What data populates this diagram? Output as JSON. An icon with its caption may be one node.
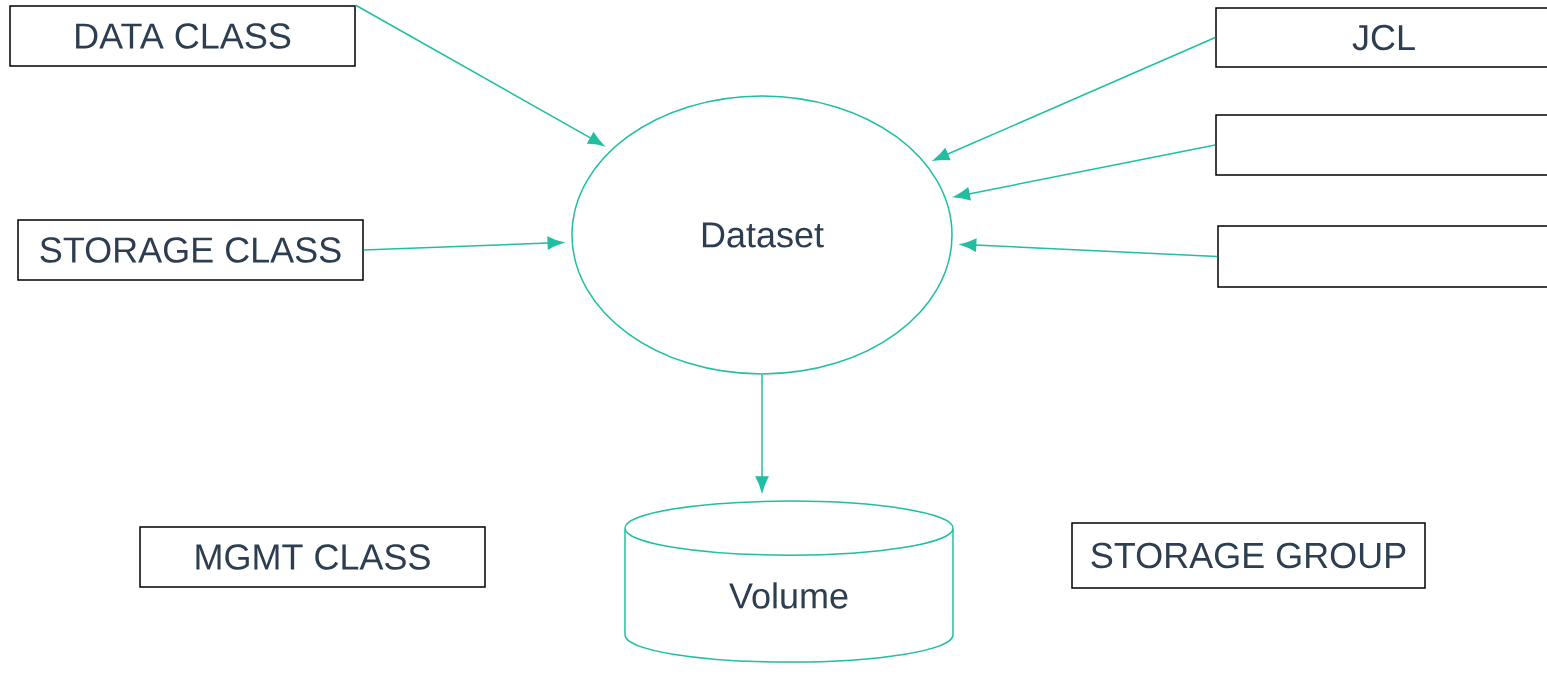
{
  "diagram": {
    "nodes": [
      {
        "text": [
          "DATA CLASS"
        ]
      },
      {
        "text": [
          "JCL"
        ]
      },
      {
        "text": [],
        "shape": "box"
      },
      {
        "text": [
          "STORAGE CLASS"
        ]
      },
      {
        "text": [
          "Dataset"
        ]
      },
      {
        "text": [],
        "shape": "box"
      },
      {
        "text": [
          "MGMT CLASS"
        ]
      },
      {
        "text": [
          "Volume"
        ]
      },
      {
        "text": [
          "STORAGE GROUP"
        ]
      }
    ],
    "edges": [
      {
        "from": 0,
        "to": 4,
        "arrow": "to"
      },
      {
        "from": 1,
        "to": 4,
        "arrow": "to"
      },
      {
        "from": 2,
        "to": 4,
        "arrow": "to"
      },
      {
        "from": 3,
        "to": 4,
        "arrow": "to"
      },
      {
        "from": 5,
        "to": 4,
        "arrow": "to"
      },
      {
        "from": 4,
        "to": 7,
        "arrow": "to"
      }
    ]
  }
}
